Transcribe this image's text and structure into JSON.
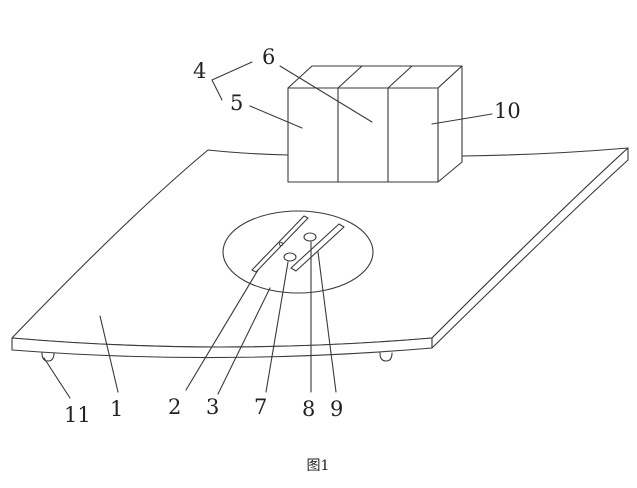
{
  "labels": {
    "n1": "1",
    "n2": "2",
    "n3": "3",
    "n4": "4",
    "n5": "5",
    "n6": "6",
    "n7": "7",
    "n8": "8",
    "n9": "9",
    "n10": "10",
    "n11": "11"
  },
  "caption": "图1"
}
